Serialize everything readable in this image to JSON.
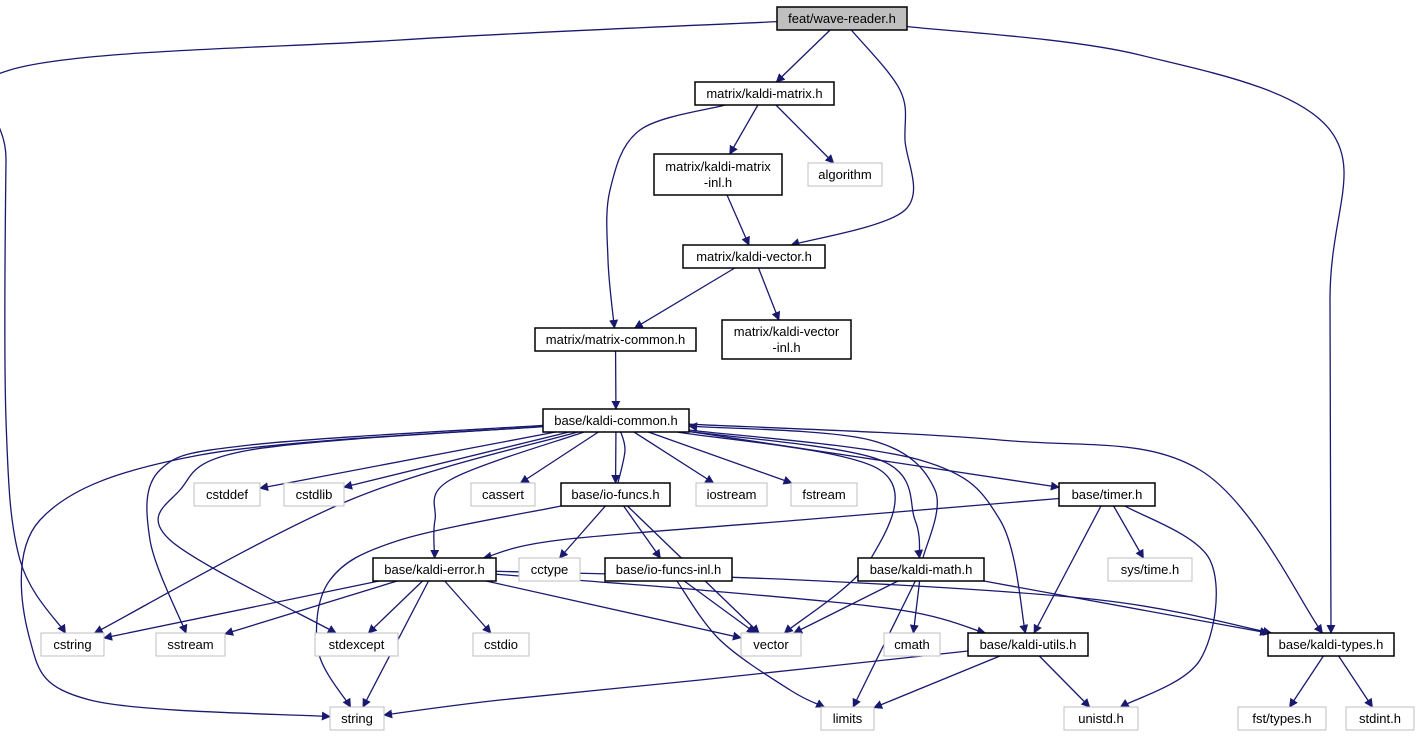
{
  "graph": {
    "nodes": [
      {
        "id": "wave_reader",
        "label": [
          "feat/wave-reader.h"
        ],
        "style": "root"
      },
      {
        "id": "kaldi_matrix",
        "label": [
          "matrix/kaldi-matrix.h"
        ],
        "style": "black"
      },
      {
        "id": "kaldi_matrix_inl",
        "label": [
          "matrix/kaldi-matrix",
          "-inl.h"
        ],
        "style": "black"
      },
      {
        "id": "algorithm",
        "label": [
          "algorithm"
        ],
        "style": "gray"
      },
      {
        "id": "kaldi_vector",
        "label": [
          "matrix/kaldi-vector.h"
        ],
        "style": "black"
      },
      {
        "id": "matrix_common",
        "label": [
          "matrix/matrix-common.h"
        ],
        "style": "black"
      },
      {
        "id": "kaldi_vector_inl",
        "label": [
          "matrix/kaldi-vector",
          "-inl.h"
        ],
        "style": "black"
      },
      {
        "id": "kaldi_common",
        "label": [
          "base/kaldi-common.h"
        ],
        "style": "black"
      },
      {
        "id": "cstddef",
        "label": [
          "cstddef"
        ],
        "style": "gray"
      },
      {
        "id": "cstdlib",
        "label": [
          "cstdlib"
        ],
        "style": "gray"
      },
      {
        "id": "cassert",
        "label": [
          "cassert"
        ],
        "style": "gray"
      },
      {
        "id": "io_funcs",
        "label": [
          "base/io-funcs.h"
        ],
        "style": "black"
      },
      {
        "id": "iostream",
        "label": [
          "iostream"
        ],
        "style": "gray"
      },
      {
        "id": "fstream",
        "label": [
          "fstream"
        ],
        "style": "gray"
      },
      {
        "id": "timer",
        "label": [
          "base/timer.h"
        ],
        "style": "black"
      },
      {
        "id": "kaldi_error",
        "label": [
          "base/kaldi-error.h"
        ],
        "style": "black"
      },
      {
        "id": "cctype",
        "label": [
          "cctype"
        ],
        "style": "gray"
      },
      {
        "id": "io_funcs_inl",
        "label": [
          "base/io-funcs-inl.h"
        ],
        "style": "black"
      },
      {
        "id": "kaldi_math",
        "label": [
          "base/kaldi-math.h"
        ],
        "style": "black"
      },
      {
        "id": "sys_time",
        "label": [
          "sys/time.h"
        ],
        "style": "gray"
      },
      {
        "id": "cstring",
        "label": [
          "cstring"
        ],
        "style": "gray"
      },
      {
        "id": "sstream",
        "label": [
          "sstream"
        ],
        "style": "gray"
      },
      {
        "id": "stdexcept",
        "label": [
          "stdexcept"
        ],
        "style": "gray"
      },
      {
        "id": "cstdio",
        "label": [
          "cstdio"
        ],
        "style": "gray"
      },
      {
        "id": "vector",
        "label": [
          "vector"
        ],
        "style": "gray"
      },
      {
        "id": "cmath",
        "label": [
          "cmath"
        ],
        "style": "gray"
      },
      {
        "id": "kaldi_utils",
        "label": [
          "base/kaldi-utils.h"
        ],
        "style": "black"
      },
      {
        "id": "kaldi_types",
        "label": [
          "base/kaldi-types.h"
        ],
        "style": "black"
      },
      {
        "id": "string",
        "label": [
          "string"
        ],
        "style": "gray"
      },
      {
        "id": "limits",
        "label": [
          "limits"
        ],
        "style": "gray"
      },
      {
        "id": "unistd",
        "label": [
          "unistd.h"
        ],
        "style": "gray"
      },
      {
        "id": "fst_types",
        "label": [
          "fst/types.h"
        ],
        "style": "gray"
      },
      {
        "id": "stdint",
        "label": [
          "stdint.h"
        ],
        "style": "gray"
      }
    ],
    "edges": [
      {
        "from": "wave_reader",
        "to": "kaldi_matrix"
      },
      {
        "from": "wave_reader",
        "to": "kaldi_vector"
      },
      {
        "from": "wave_reader",
        "to": "cstring"
      },
      {
        "from": "wave_reader",
        "to": "kaldi_types"
      },
      {
        "from": "kaldi_matrix",
        "to": "kaldi_matrix_inl"
      },
      {
        "from": "kaldi_matrix",
        "to": "algorithm"
      },
      {
        "from": "kaldi_matrix",
        "to": "matrix_common"
      },
      {
        "from": "kaldi_matrix_inl",
        "to": "kaldi_vector"
      },
      {
        "from": "kaldi_vector",
        "to": "matrix_common"
      },
      {
        "from": "kaldi_vector",
        "to": "kaldi_vector_inl"
      },
      {
        "from": "matrix_common",
        "to": "kaldi_common"
      },
      {
        "from": "kaldi_common",
        "to": "cstddef"
      },
      {
        "from": "kaldi_common",
        "to": "cstdlib"
      },
      {
        "from": "kaldi_common",
        "to": "cassert"
      },
      {
        "from": "kaldi_common",
        "to": "io_funcs"
      },
      {
        "from": "kaldi_common",
        "to": "iostream"
      },
      {
        "from": "kaldi_common",
        "to": "fstream"
      },
      {
        "from": "kaldi_common",
        "to": "timer"
      },
      {
        "from": "kaldi_common",
        "to": "kaldi_error"
      },
      {
        "from": "kaldi_common",
        "to": "kaldi_math"
      },
      {
        "from": "kaldi_common",
        "to": "kaldi_utils"
      },
      {
        "from": "kaldi_common",
        "to": "kaldi_types"
      },
      {
        "from": "kaldi_common",
        "to": "vector"
      },
      {
        "from": "kaldi_common",
        "to": "cstring"
      },
      {
        "from": "kaldi_common",
        "to": "sstream"
      },
      {
        "from": "kaldi_common",
        "to": "stdexcept"
      },
      {
        "from": "kaldi_common",
        "to": "string"
      },
      {
        "from": "io_funcs",
        "to": "kaldi_common"
      },
      {
        "from": "io_funcs",
        "to": "cctype"
      },
      {
        "from": "io_funcs",
        "to": "io_funcs_inl"
      },
      {
        "from": "io_funcs",
        "to": "vector"
      },
      {
        "from": "io_funcs",
        "to": "string"
      },
      {
        "from": "kaldi_math",
        "to": "kaldi_common"
      },
      {
        "from": "kaldi_math",
        "to": "cmath"
      },
      {
        "from": "kaldi_math",
        "to": "limits"
      },
      {
        "from": "kaldi_math",
        "to": "vector"
      },
      {
        "from": "kaldi_math",
        "to": "kaldi_types"
      },
      {
        "from": "timer",
        "to": "kaldi_error"
      },
      {
        "from": "timer",
        "to": "sys_time"
      },
      {
        "from": "timer",
        "to": "kaldi_utils"
      },
      {
        "from": "timer",
        "to": "unistd"
      },
      {
        "from": "kaldi_error",
        "to": "cstring"
      },
      {
        "from": "kaldi_error",
        "to": "sstream"
      },
      {
        "from": "kaldi_error",
        "to": "stdexcept"
      },
      {
        "from": "kaldi_error",
        "to": "cstdio"
      },
      {
        "from": "kaldi_error",
        "to": "vector"
      },
      {
        "from": "kaldi_error",
        "to": "string"
      },
      {
        "from": "kaldi_error",
        "to": "kaldi_utils"
      },
      {
        "from": "kaldi_error",
        "to": "kaldi_types"
      },
      {
        "from": "io_funcs_inl",
        "to": "vector"
      },
      {
        "from": "io_funcs_inl",
        "to": "limits"
      },
      {
        "from": "kaldi_utils",
        "to": "string"
      },
      {
        "from": "kaldi_utils",
        "to": "limits"
      },
      {
        "from": "kaldi_utils",
        "to": "unistd"
      },
      {
        "from": "kaldi_types",
        "to": "fst_types"
      },
      {
        "from": "kaldi_types",
        "to": "stdint"
      }
    ]
  }
}
